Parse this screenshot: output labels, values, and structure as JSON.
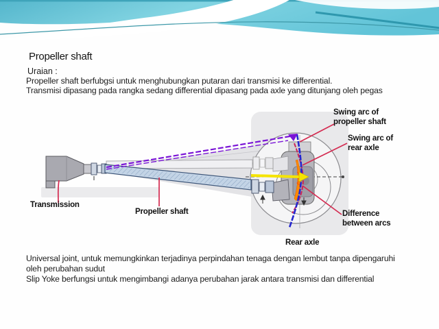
{
  "slide": {
    "title": "Propeller shaft",
    "subtitle": "Uraian :",
    "intro_lines": [
      "Propeller shaft berfubgsi untuk menghubungkan putaran dari transmisi ke differential.",
      "Transmisi dipasang pada rangka sedang differential dipasang pada axle yang ditunjang oleh pegas"
    ],
    "footer_lines": [
      "Universal joint, untuk memungkinkan terjadinya perpindahan tenaga dengan lembut tanpa dipengaruhi",
      "oleh perubahan sudut",
      "Slip Yoke berfungsi untuk mengimbangi adanya perubahan jarak antara transmisi dan differential"
    ]
  },
  "diagram": {
    "labels": {
      "transmission": "Transmission",
      "propeller_shaft": "Propeller shaft",
      "swing_arc_propeller_line1": "Swing arc of",
      "swing_arc_propeller_line2": "propeller shaft",
      "swing_arc_rear_line1": "Swing arc of",
      "swing_arc_rear_line2": "rear axle",
      "difference_line1": "Difference",
      "difference_line2": "between arcs",
      "rear_axle": "Rear axle"
    },
    "colors": {
      "swing_arc_propeller_shaft_line": "#2426cf",
      "swing_arc_rear_axle_line": "#cc2458",
      "difference_highlight": "#ff8a00",
      "rotation_arrow": "#f5e400",
      "propeller_reference_line": "#7a14d6",
      "leader_lines": "#d42a50"
    }
  },
  "theme": {
    "band_teal_dark": "#54b6cc",
    "band_teal_light": "#86d6e4",
    "background": "#fefefe"
  }
}
